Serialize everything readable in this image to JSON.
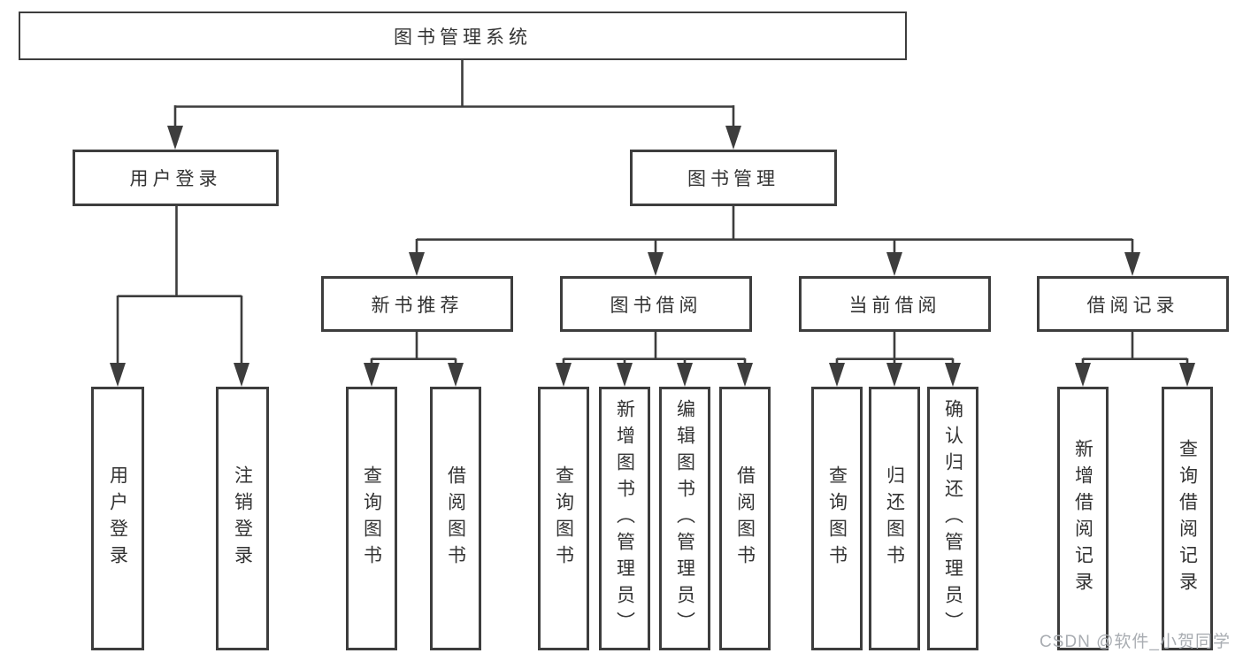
{
  "diagram": {
    "root": {
      "label": "图书管理系统"
    },
    "level2": [
      {
        "label": "用户登录"
      },
      {
        "label": "图书管理"
      }
    ],
    "level3": [
      {
        "label": "新书推荐",
        "parent": "图书管理"
      },
      {
        "label": "图书借阅",
        "parent": "图书管理"
      },
      {
        "label": "当前借阅",
        "parent": "图书管理"
      },
      {
        "label": "借阅记录",
        "parent": "图书管理"
      }
    ],
    "leaves": [
      {
        "label": "用户登录",
        "parent": "用户登录"
      },
      {
        "label": "注销登录",
        "parent": "用户登录"
      },
      {
        "label": "查询图书",
        "parent": "新书推荐"
      },
      {
        "label": "借阅图书",
        "parent": "新书推荐"
      },
      {
        "label": "查询图书",
        "parent": "图书借阅"
      },
      {
        "label": "新增图书（管理员）",
        "parent": "图书借阅"
      },
      {
        "label": "编辑图书（管理员）",
        "parent": "图书借阅"
      },
      {
        "label": "借阅图书",
        "parent": "图书借阅"
      },
      {
        "label": "查询图书",
        "parent": "当前借阅"
      },
      {
        "label": "归还图书",
        "parent": "当前借阅"
      },
      {
        "label": "确认归还（管理员）",
        "parent": "当前借阅"
      },
      {
        "label": "新增借阅记录",
        "parent": "借阅记录"
      },
      {
        "label": "查询借阅记录",
        "parent": "借阅记录"
      }
    ],
    "watermark": "CSDN @软件_小贺同学",
    "colors": {
      "line": "#3d3d3d",
      "text": "#333333",
      "box_bg": "#ffffff",
      "watermark": "#a9adb2"
    }
  }
}
